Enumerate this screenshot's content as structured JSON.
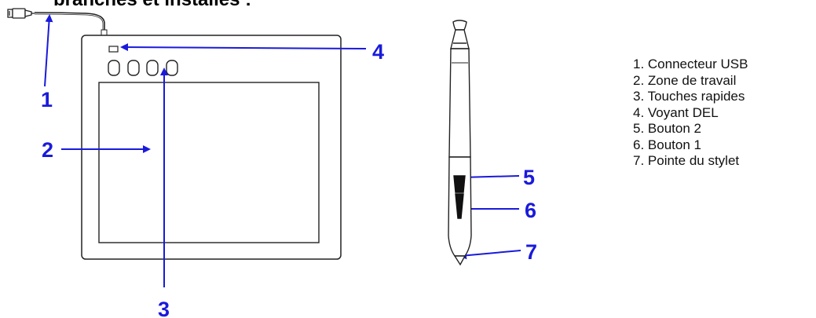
{
  "heading": "branchés et installés :",
  "callouts": {
    "c1": "1",
    "c2": "2",
    "c3": "3",
    "c4": "4",
    "c5": "5",
    "c6": "6",
    "c7": "7"
  },
  "legend": {
    "items": [
      "1. Connecteur USB",
      "2. Zone de travail",
      "3. Touches rapides",
      "4. Voyant DEL",
      "5. Bouton 2",
      "6. Bouton 1",
      "7. Pointe du stylet"
    ]
  },
  "colors": {
    "callout": "#1a1adb",
    "outline": "#222222",
    "pen_button": "#111111"
  }
}
